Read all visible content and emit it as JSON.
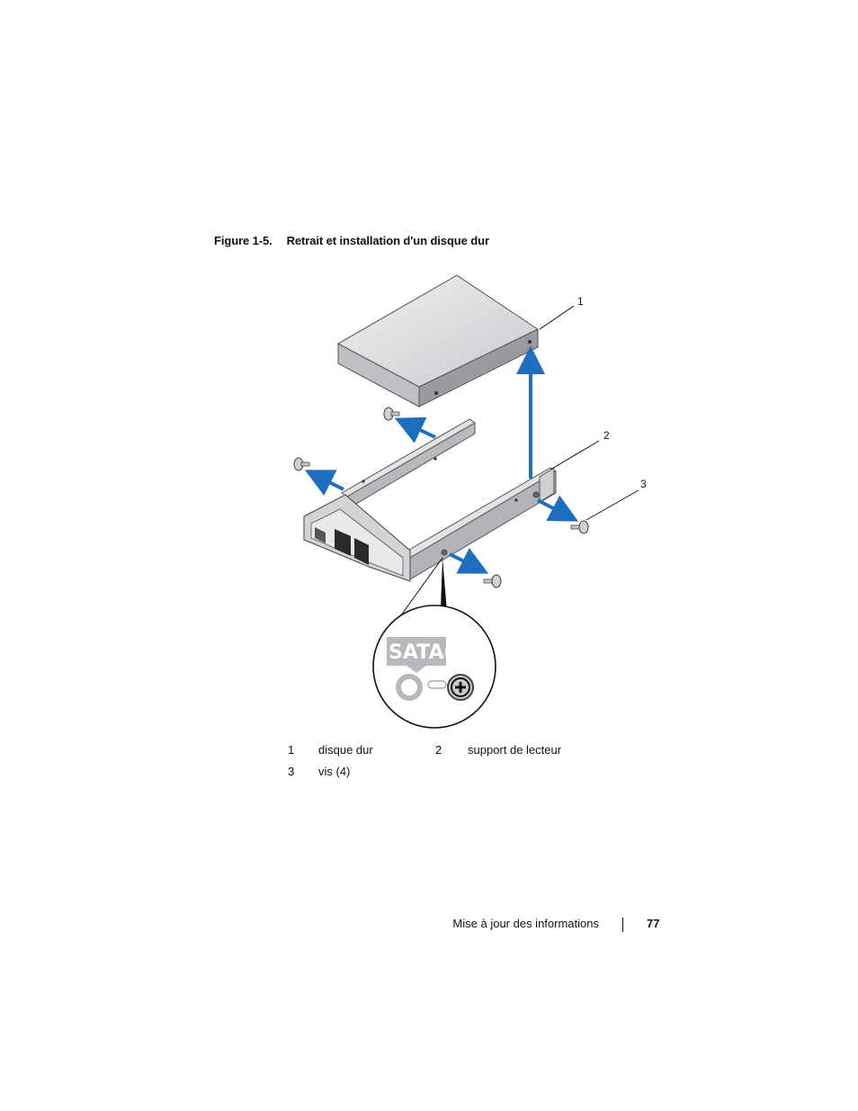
{
  "caption": {
    "number": "Figure 1-5.",
    "title": "Retrait et installation d'un disque dur"
  },
  "figure": {
    "callouts": [
      "1",
      "2",
      "3"
    ],
    "logo_text": "SATAu",
    "arrow_color": "#1f6fc1"
  },
  "legend": [
    {
      "num": "1",
      "label": "disque dur"
    },
    {
      "num": "2",
      "label": "support de lecteur"
    },
    {
      "num": "3",
      "label": "vis (4)"
    }
  ],
  "footer": {
    "section": "Mise à jour des informations",
    "page": "77"
  }
}
